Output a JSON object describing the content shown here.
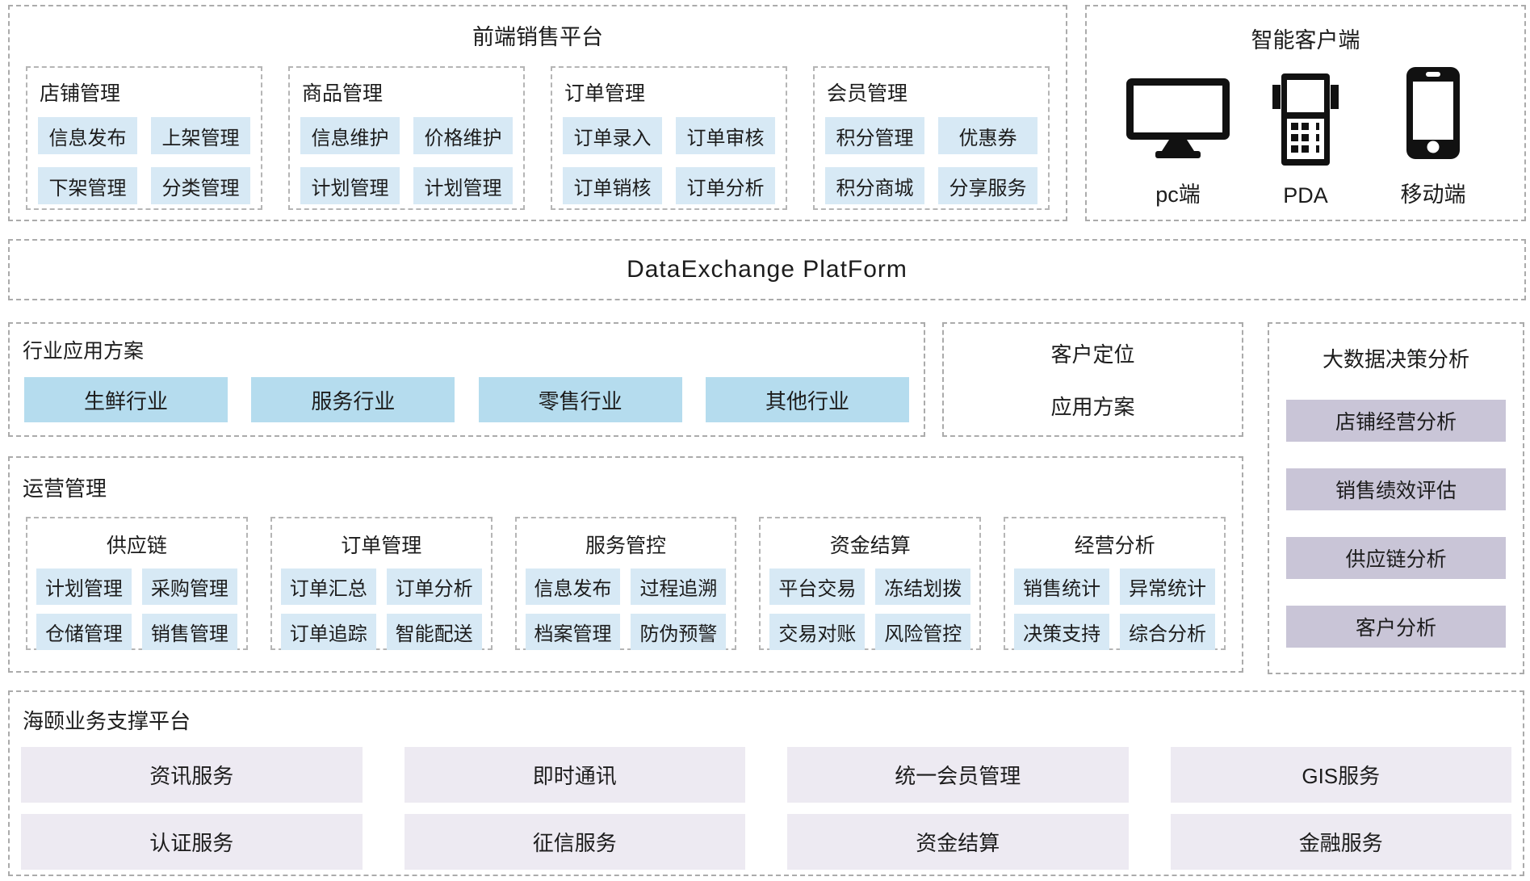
{
  "colors": {
    "chip_blue": "#d7e9f5",
    "industry_blue": "#b5dcee",
    "bigdata_lavender": "#c9c5d7",
    "support_lavender": "#edeaf2",
    "border_gray": "#ababab",
    "icon_black": "#111111"
  },
  "front_platform": {
    "title": "前端销售平台",
    "groups": [
      {
        "title": "店铺管理",
        "items": [
          "信息发布",
          "上架管理",
          "下架管理",
          "分类管理"
        ]
      },
      {
        "title": "商品管理",
        "items": [
          "信息维护",
          "价格维护",
          "计划管理",
          "计划管理"
        ]
      },
      {
        "title": "订单管理",
        "items": [
          "订单录入",
          "订单审核",
          "订单销核",
          "订单分析"
        ]
      },
      {
        "title": "会员管理",
        "items": [
          "积分管理",
          "优惠券",
          "积分商城",
          "分享服务"
        ]
      }
    ]
  },
  "smart_client": {
    "title": "智能客户端",
    "devices": [
      {
        "icon": "desktop-monitor-icon",
        "label": "pc端"
      },
      {
        "icon": "pda-device-icon",
        "label": "PDA"
      },
      {
        "icon": "smartphone-icon",
        "label": "移动端"
      }
    ]
  },
  "data_exchange": {
    "title": "DataExchange PlatForm"
  },
  "industry_solutions": {
    "title": "行业应用方案",
    "items": [
      "生鲜行业",
      "服务行业",
      "零售行业",
      "其他行业"
    ]
  },
  "customer_positioning": {
    "lines": [
      "客户定位",
      "应用方案"
    ]
  },
  "big_data_analysis": {
    "title": "大数据决策分析",
    "items": [
      "店铺经营分析",
      "销售绩效评估",
      "供应链分析",
      "客户分析"
    ]
  },
  "operations": {
    "title": "运营管理",
    "groups": [
      {
        "title": "供应链",
        "items": [
          "计划管理",
          "采购管理",
          "仓储管理",
          "销售管理"
        ]
      },
      {
        "title": "订单管理",
        "items": [
          "订单汇总",
          "订单分析",
          "订单追踪",
          "智能配送"
        ]
      },
      {
        "title": "服务管控",
        "items": [
          "信息发布",
          "过程追溯",
          "档案管理",
          "防伪预警"
        ]
      },
      {
        "title": "资金结算",
        "items": [
          "平台交易",
          "冻结划拨",
          "交易对账",
          "风险管控"
        ]
      },
      {
        "title": "经营分析",
        "items": [
          "销售统计",
          "异常统计",
          "决策支持",
          "综合分析"
        ]
      }
    ]
  },
  "support_platform": {
    "title": "海颐业务支撑平台",
    "services": [
      "资讯服务",
      "即时通讯",
      "统一会员管理",
      "GIS服务",
      "认证服务",
      "征信服务",
      "资金结算",
      "金融服务"
    ]
  }
}
